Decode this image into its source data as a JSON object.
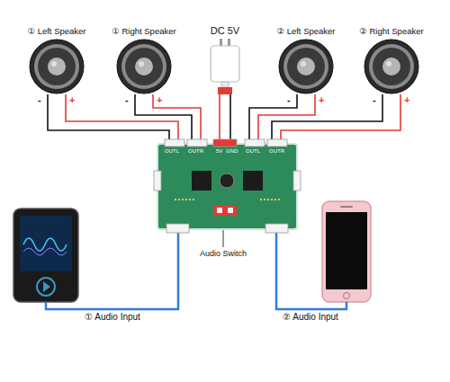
{
  "diagram": {
    "nodes": [
      {
        "text": [
          "① Left Speaker"
        ]
      },
      {
        "text": [
          "① Right Speaker"
        ]
      },
      {
        "text": [
          "DC 5V"
        ]
      },
      {
        "text": [
          "② Left Speaker"
        ]
      },
      {
        "text": [
          "② Right Speaker"
        ]
      },
      {
        "text": [
          "OUTL",
          "OUTR",
          "5V",
          "GND",
          "OUTL",
          "OUTR"
        ]
      }
    ],
    "edges": [
      {
        "from": 0,
        "to": 5,
        "arrow": "none"
      },
      {
        "from": 0,
        "to": 5,
        "arrow": "none"
      },
      {
        "from": 1,
        "to": 5,
        "arrow": "none"
      },
      {
        "from": 1,
        "to": 5,
        "arrow": "none"
      },
      {
        "from": 2,
        "to": 5,
        "arrow": "none"
      },
      {
        "from": 2,
        "to": 5,
        "arrow": "none"
      },
      {
        "from": 3,
        "to": 5,
        "arrow": "none"
      },
      {
        "from": 3,
        "to": 5,
        "arrow": "none"
      },
      {
        "from": 4,
        "to": 5,
        "arrow": "none"
      },
      {
        "from": 4,
        "to": 5,
        "arrow": "none"
      }
    ],
    "labels": [
      "-",
      "+",
      "-",
      "+",
      "-",
      "+",
      "-",
      "+",
      "Audio Switch",
      "① Audio Input",
      "② Audio Input"
    ]
  }
}
